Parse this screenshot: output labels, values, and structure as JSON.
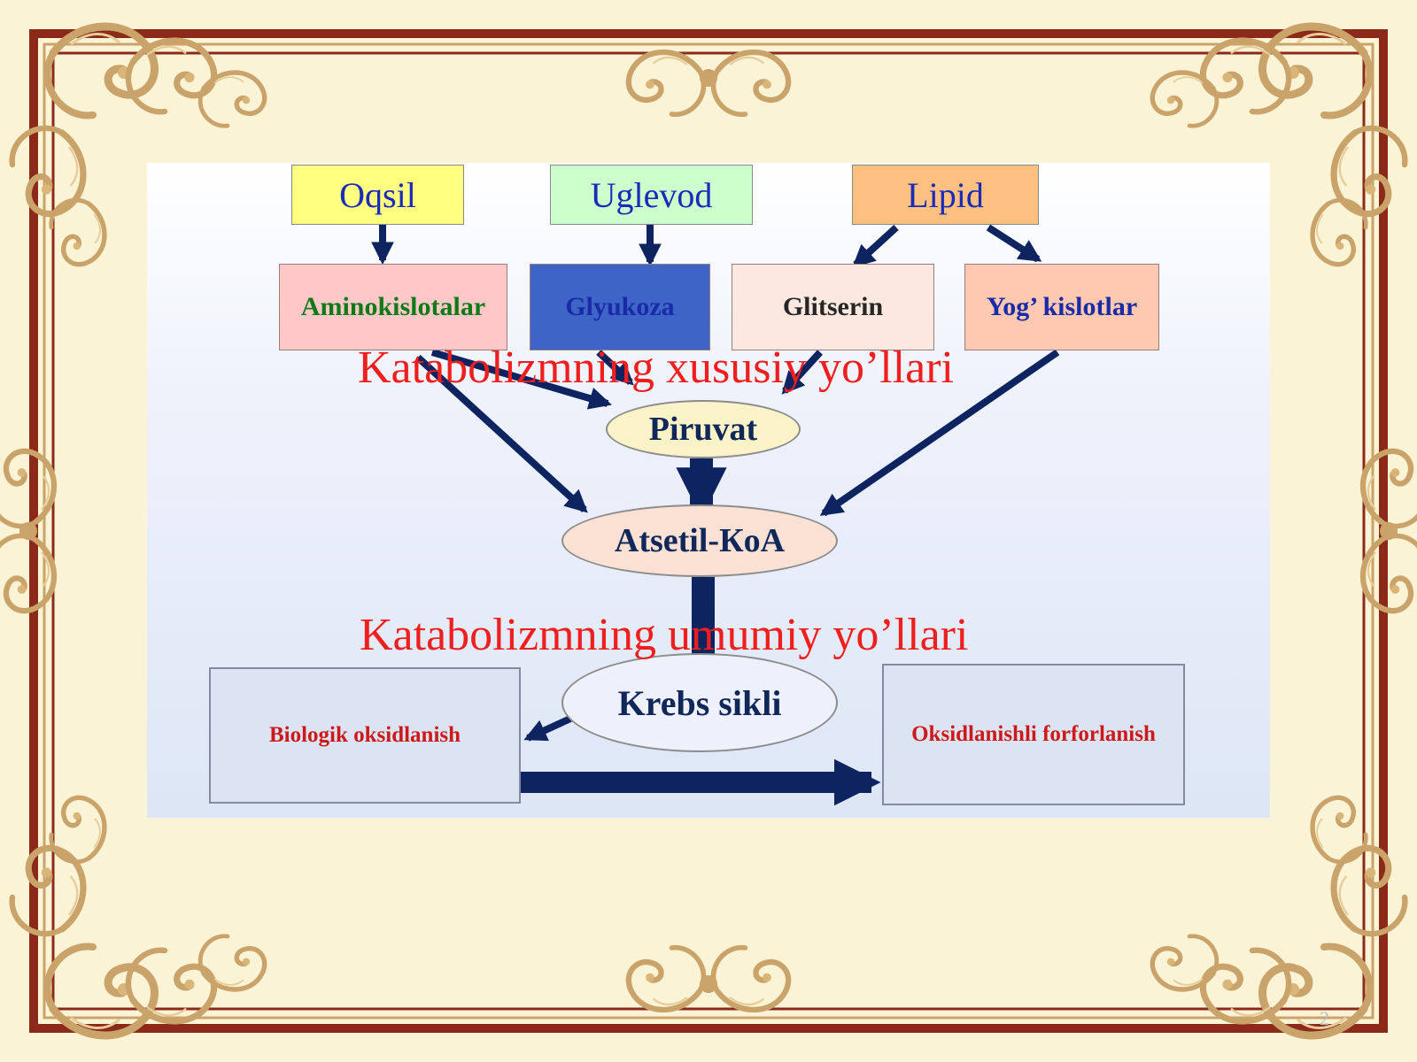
{
  "sources": [
    {
      "label": "Oqsil"
    },
    {
      "label": "Uglevod"
    },
    {
      "label": "Lipid"
    }
  ],
  "intermediates": [
    {
      "label": "Aminokislotalar"
    },
    {
      "label": "Glyukoza"
    },
    {
      "label": "Glitserin"
    },
    {
      "label": "Yog’ kislotlar"
    }
  ],
  "nodes": {
    "piruvat": "Piruvat",
    "atsetil": "Atsetil-КoA",
    "krebs": "Krebs sikli"
  },
  "processes": {
    "biological": "Biologik oksidlanish",
    "phosphorylation": "Oksidlanishli forforlanish"
  },
  "labels": {
    "specific_pathways": "Katabolizmning xususiy yo’llari",
    "general_pathways": "Katabolizmning umumiy yo’llari"
  },
  "page_number": "2",
  "colors": {
    "arrow": "#0d2461",
    "frame": "#8c2a1a",
    "ornament": "#c9a36a",
    "overlay_text": "#f01f1f",
    "oqsil_fill": "#ffff80",
    "uglevod_fill": "#ccffcc",
    "lipid_fill": "#ffc080",
    "aminokislotalar_fill": "#ffc8c8",
    "glyukoza_fill": "#3e64c8",
    "glitserin_fill": "#fde8e0",
    "yog_fill": "#ffc8b0"
  }
}
